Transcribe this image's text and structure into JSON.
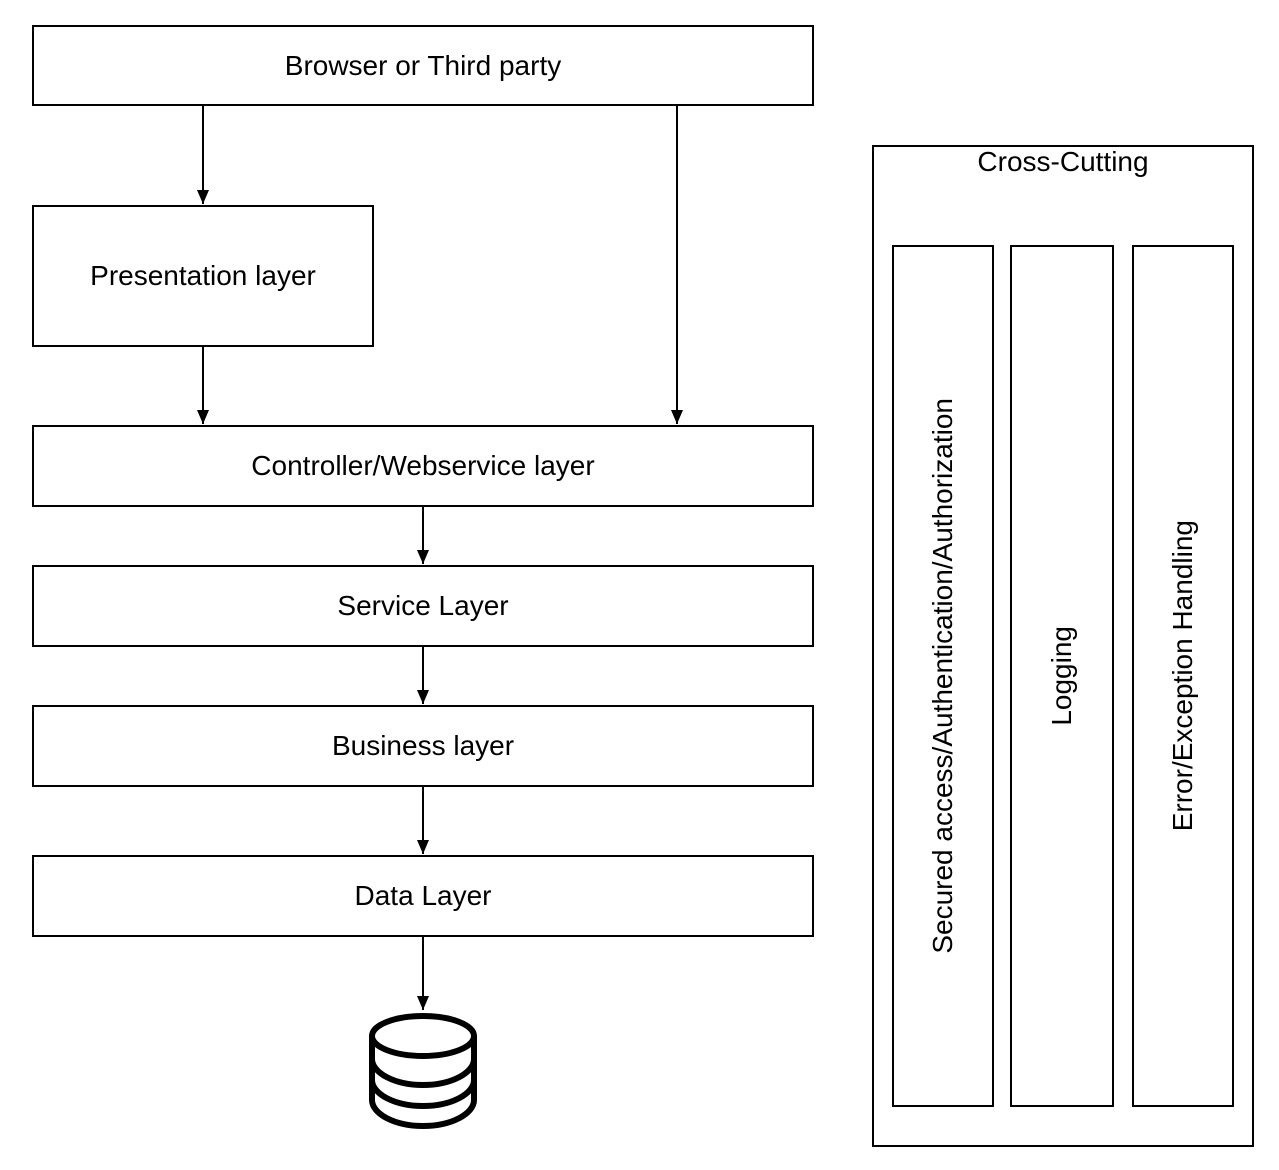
{
  "layers": {
    "browser": "Browser or Third party",
    "presentation": "Presentation layer",
    "controller": "Controller/Webservice layer",
    "service": "Service Layer",
    "business": "Business layer",
    "data": "Data Layer"
  },
  "cross_cutting": {
    "title": "Cross-Cutting",
    "security": "Secured access/Authentication/Authorization",
    "logging": "Logging",
    "error": "Error/Exception Handling"
  },
  "icons": {
    "database": "database-icon"
  },
  "colors": {
    "stroke": "#000000",
    "background": "#ffffff"
  }
}
